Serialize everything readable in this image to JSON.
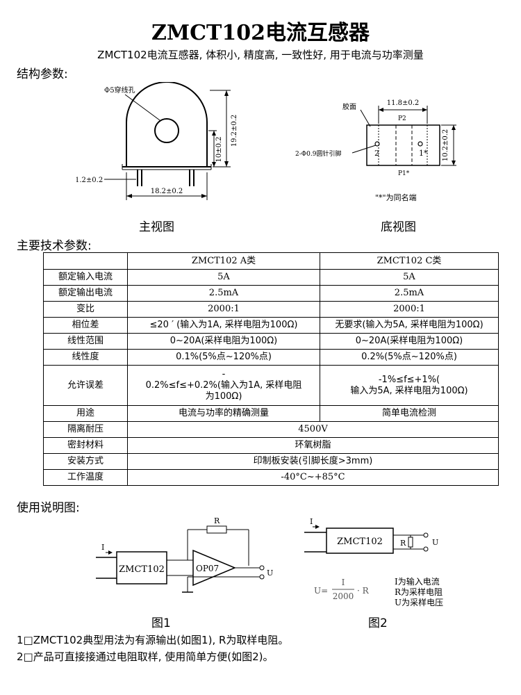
{
  "title": "ZMCT102电流互感器",
  "subtitle": "ZMCT102电流互感器, 体积小, 精度高, 一致性好, 用于电流与功率测量",
  "structure": {
    "heading": "结构参数:",
    "front": {
      "hole_label": "Φ5穿线孔",
      "dim_height": "19.2±0.2",
      "dim_inner": "10±0.2",
      "dim_pin": "1.2±0.2",
      "dim_width": "18.2±0.2",
      "caption": "主视图"
    },
    "bottom": {
      "glue_label": "胶面",
      "dim_width": "11.8±0.2",
      "dim_height": "10.2±0.2",
      "pin_label": "2-Φ0.9圆针引脚",
      "p2": "P2",
      "p1": "P1*",
      "pin2": "2",
      "pin1": "1*",
      "note": "\"*\"为同名端",
      "caption": "底视图"
    }
  },
  "spec": {
    "heading": "主要技术参数:",
    "headers": [
      "",
      "ZMCT102 A类",
      "ZMCT102 C类"
    ],
    "rows": [
      {
        "label": "额定输入电流",
        "a": "5A",
        "c": "5A"
      },
      {
        "label": "额定输出电流",
        "a": "2.5mA",
        "c": "2.5mA"
      },
      {
        "label": "变比",
        "a": "2000:1",
        "c": "2000:1"
      },
      {
        "label": "相位差",
        "a": "≤20 ′ (输入为1A, 采样电阻为100Ω)",
        "c": "无要求(输入为5A, 采样电阻为100Ω)"
      },
      {
        "label": "线性范围",
        "a": "0~20A(采样电阻为100Ω)",
        "c": "0~20A(采样电阻为100Ω)"
      },
      {
        "label": "线性度",
        "a": "0.1%(5%点~120%点)",
        "c": "0.2%(5%点~120%点)"
      },
      {
        "label": "允许误差",
        "a1": "-",
        "a2": "0.2%≤f≤+0.2%(输入为1A, 采样电阻",
        "a3": "为100Ω)",
        "c1": "-1%≤f≤+1%(",
        "c2": "输入为5A, 采样电阻为100Ω)"
      },
      {
        "label": "用途",
        "a": "电流与功率的精确测量",
        "c": "简单电流检测"
      },
      {
        "label": "隔离耐压",
        "span": "4500V"
      },
      {
        "label": "密封材料",
        "span": "环氧树脂"
      },
      {
        "label": "安装方式",
        "span": "印制板安装(引脚长度>3mm)"
      },
      {
        "label": "工作温度",
        "span": "-40°C~+85°C"
      }
    ]
  },
  "usage": {
    "heading": "使用说明图:",
    "fig1": {
      "r": "R",
      "i": "I",
      "ct": "ZMCT102",
      "op": "OP07",
      "u": "U",
      "caption": "图1"
    },
    "fig2": {
      "i": "I",
      "ct": "ZMCT102",
      "r": "R",
      "u": "U",
      "formula_lhs": "U=",
      "formula_num": "I",
      "formula_den": "2000",
      "formula_rhs": "· R",
      "legend1": "I为输入电流",
      "legend2": "R为采样电阻",
      "legend3": "U为采样电压",
      "caption": "图2"
    }
  },
  "notes": {
    "line1": "1□ZMCT102典型用法为有源输出(如图1), R为取样电阻。",
    "line2": "2□产品可直接接通过电阻取样, 使用简单方便(如图2)。"
  }
}
